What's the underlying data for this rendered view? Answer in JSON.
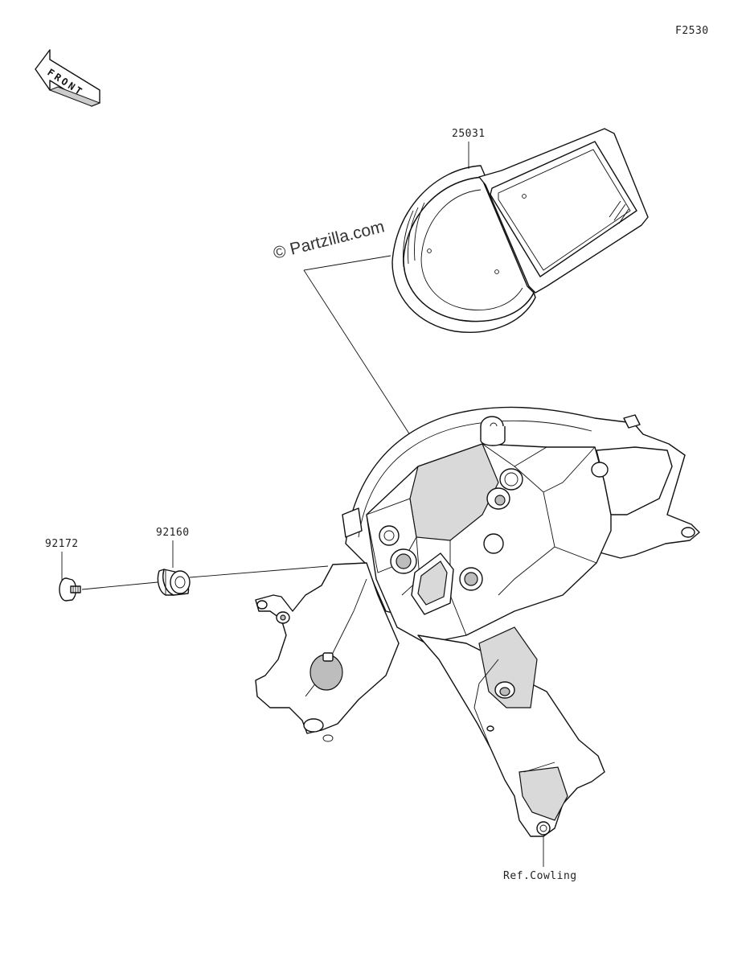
{
  "diagram": {
    "code": "F2530",
    "front_label": "FRONT",
    "watermark": "© Partzilla.com",
    "callouts": {
      "meter": "25031",
      "grommet": "92160",
      "bolt": "92172",
      "ref": "Ref.Cowling"
    }
  }
}
